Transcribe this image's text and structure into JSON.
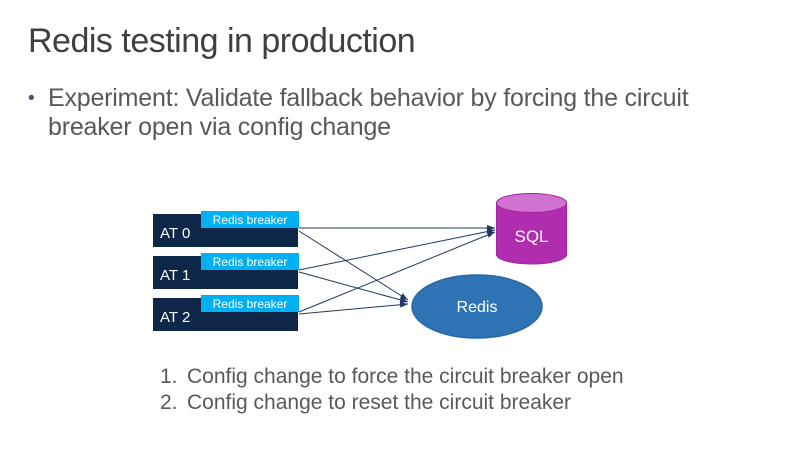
{
  "slide": {
    "title": "Redis testing in production",
    "bullet_glyph": "•",
    "bullet_text": "Experiment: Validate fallback behavior by forcing the circuit\nbreaker open via config change",
    "list": [
      {
        "marker": "1.",
        "text": "Config change to force the circuit breaker open"
      },
      {
        "marker": "2.",
        "text": "Config change to reset the circuit breaker"
      }
    ]
  },
  "diagram": {
    "app_tiers": [
      {
        "label": "AT 0",
        "breaker": "Redis breaker"
      },
      {
        "label": "AT 1",
        "breaker": "Redis breaker"
      },
      {
        "label": "AT 2",
        "breaker": "Redis breaker"
      }
    ],
    "sql_label": "SQL",
    "redis_label": "Redis",
    "edges": [
      {
        "from": "AT 0",
        "to": "SQL"
      },
      {
        "from": "AT 0",
        "to": "Redis"
      },
      {
        "from": "AT 1",
        "to": "SQL"
      },
      {
        "from": "AT 1",
        "to": "Redis"
      },
      {
        "from": "AT 2",
        "to": "SQL"
      },
      {
        "from": "AT 2",
        "to": "Redis"
      }
    ]
  },
  "colors": {
    "background": "#FFFFFF",
    "title_text": "#404040",
    "body_text": "#595959",
    "bullet_glyph": "#44546A",
    "app_tier_box": "#0E2647",
    "breaker_box": "#00B0F0",
    "node_text": "#FFFFFF",
    "sql_body": "#B12DB0",
    "sql_top": "#D172D3",
    "sql_stroke": "#A1249E",
    "redis_fill": "#2E74B5",
    "redis_stroke": "#2A67A5",
    "connector": "#1F3864"
  }
}
